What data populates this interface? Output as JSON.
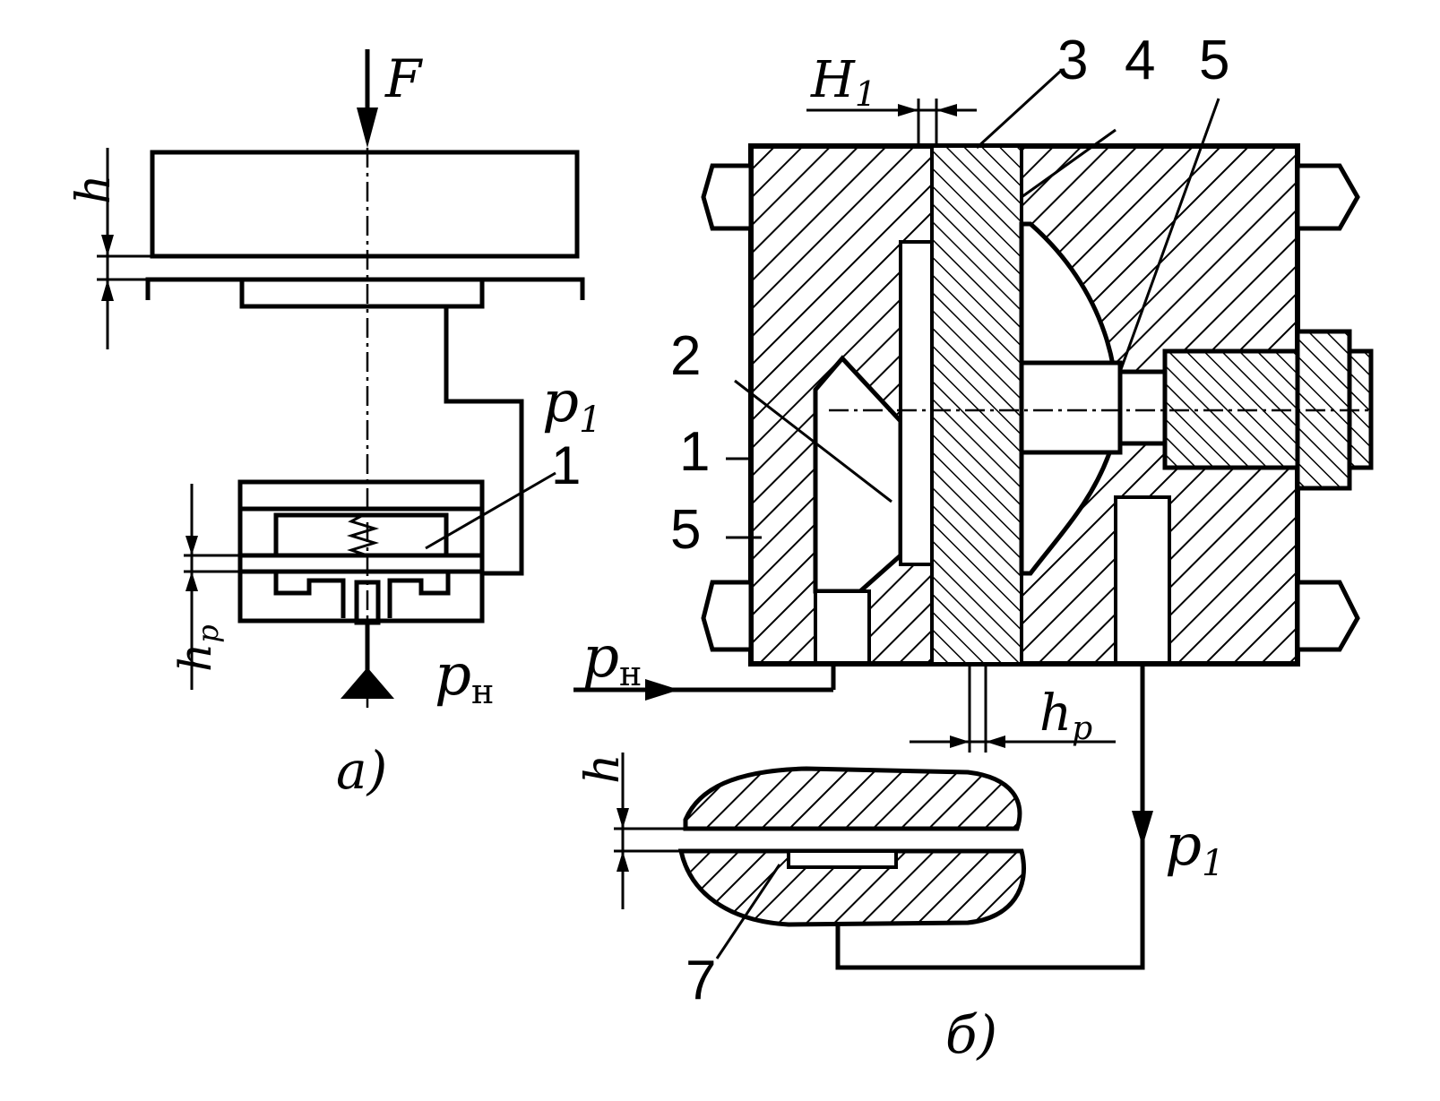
{
  "labels": {
    "F": "F",
    "h": "h",
    "hp": "h",
    "hp_sub": "p",
    "p1": "p",
    "p1_sub": "1",
    "pn": "p",
    "pn_sub": "н",
    "H1": "H",
    "H1_sub": "1"
  },
  "part_numbers": {
    "a_1": "1",
    "b_1": "1",
    "b_2": "2",
    "b_3": "3",
    "b_4": "4",
    "b_5_top": "5",
    "b_5_left": "5",
    "b_7": "7"
  },
  "captions": {
    "a": "а)",
    "b": "б)"
  }
}
